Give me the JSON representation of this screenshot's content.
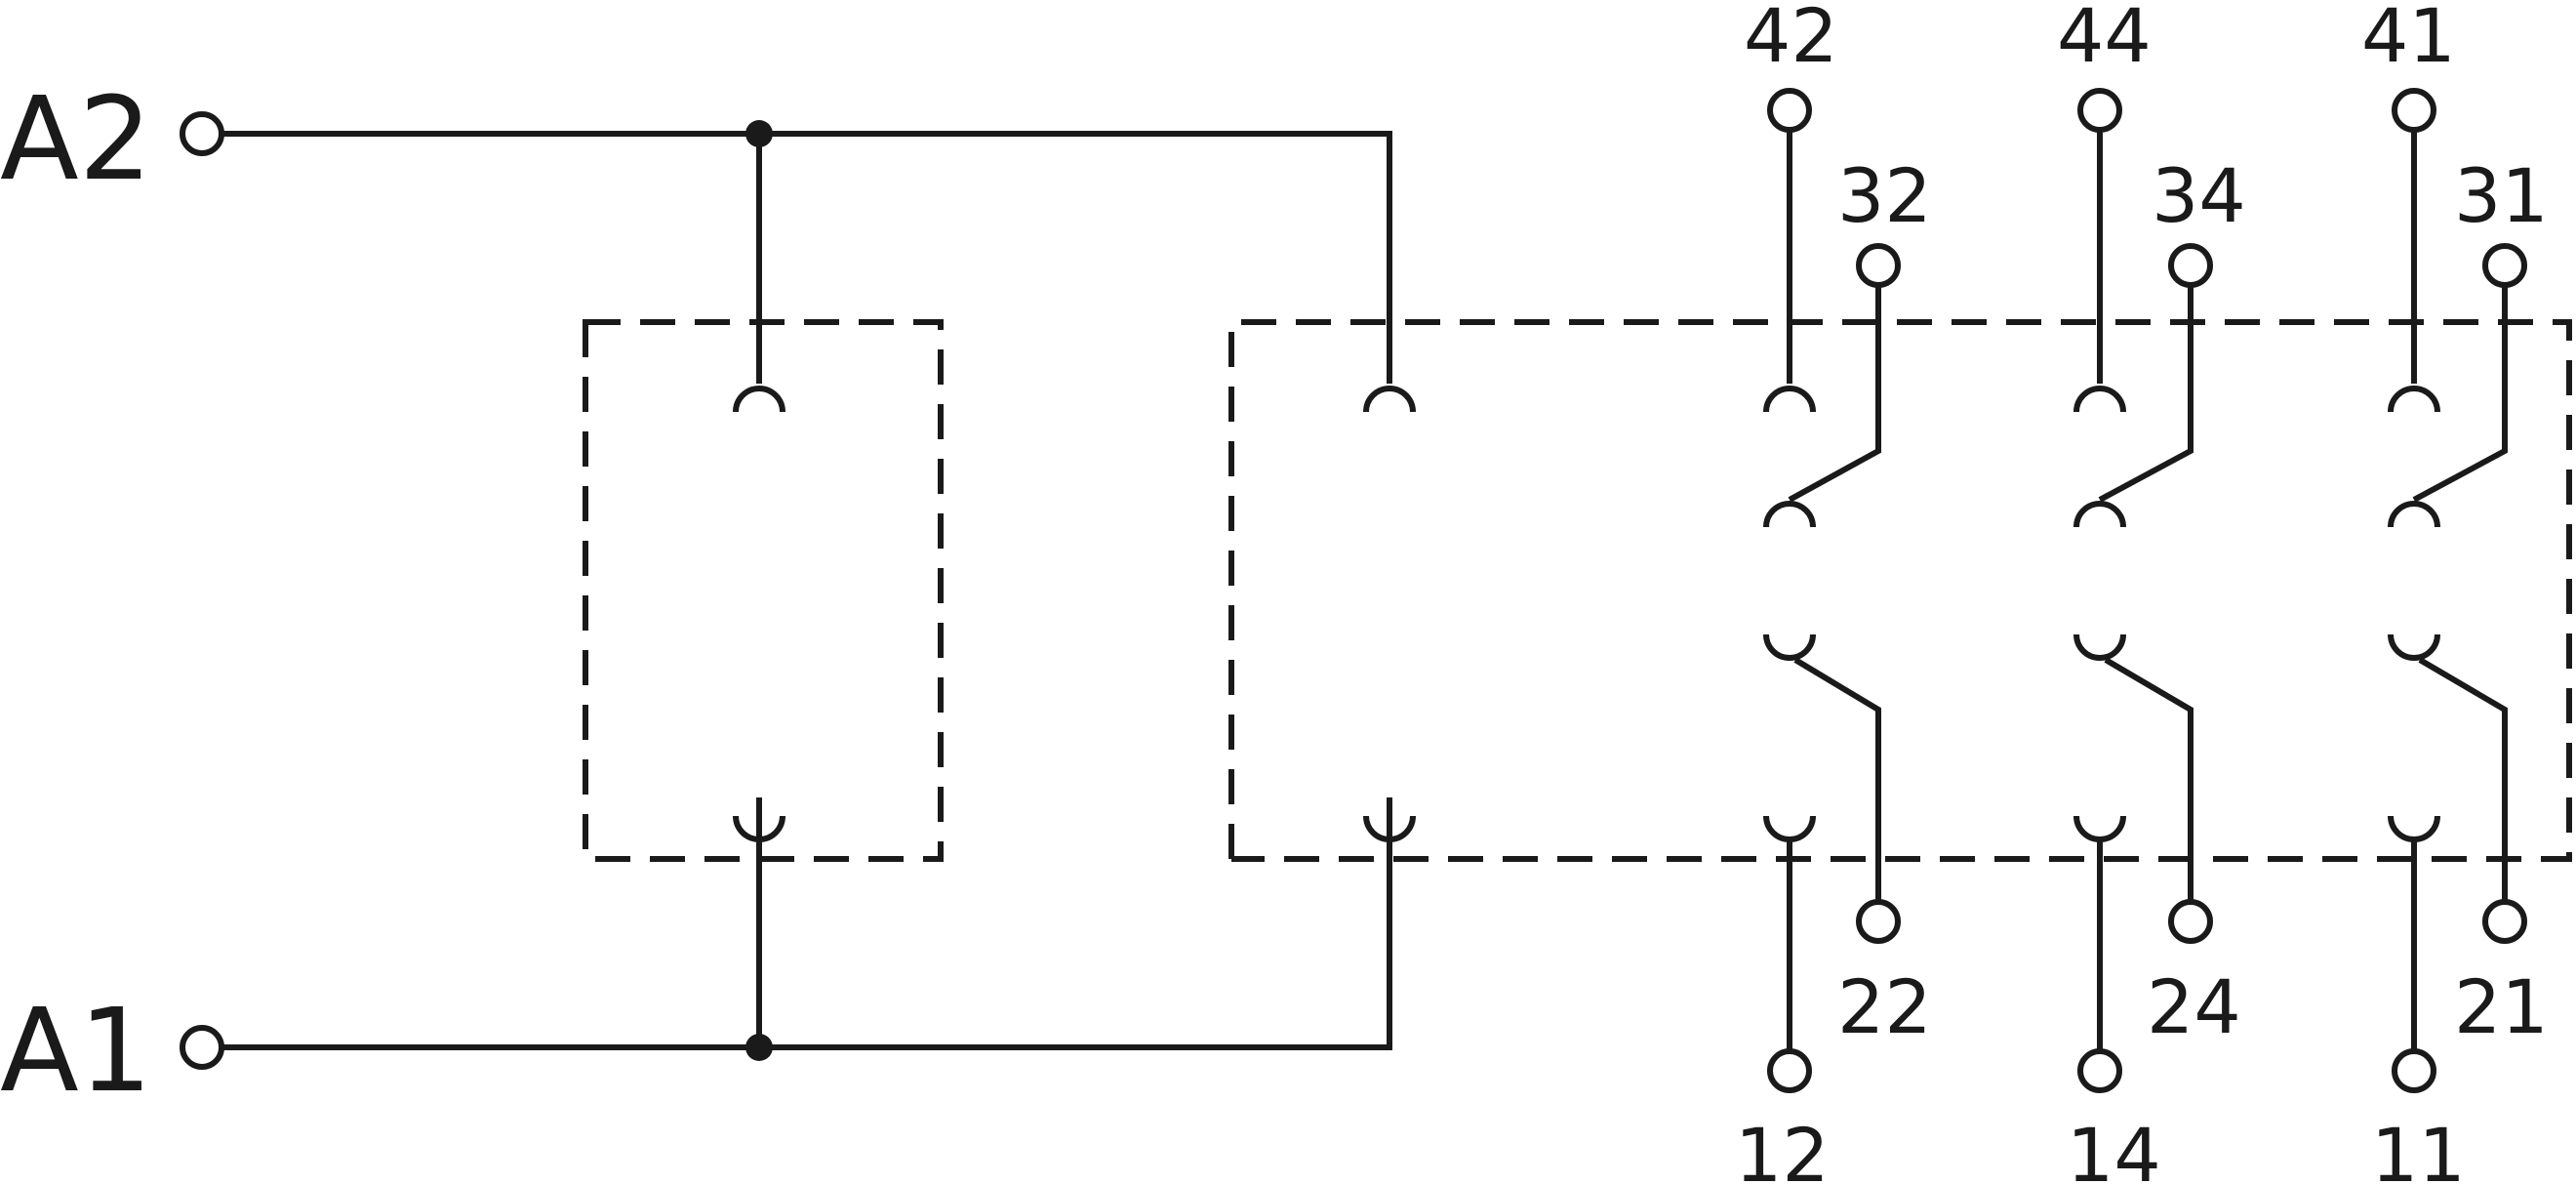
{
  "coil_terminals": {
    "top": "A2",
    "bottom": "A1"
  },
  "contacts": [
    {
      "top_terminal": "42",
      "upper_mid_terminal": "32",
      "lower_mid_terminal": "22",
      "bottom_terminal": "12"
    },
    {
      "top_terminal": "44",
      "upper_mid_terminal": "34",
      "lower_mid_terminal": "24",
      "bottom_terminal": "14"
    },
    {
      "top_terminal": "41",
      "upper_mid_terminal": "31",
      "lower_mid_terminal": "21",
      "bottom_terminal": "11"
    }
  ]
}
